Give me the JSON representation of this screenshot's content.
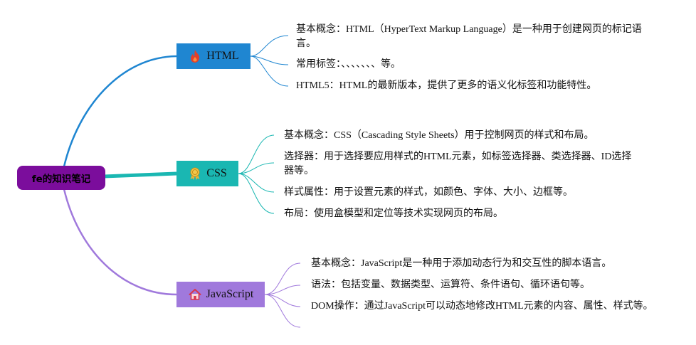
{
  "root": {
    "label": "fe的知识笔记"
  },
  "branches": {
    "html": {
      "label": "HTML",
      "icon": "flame-icon",
      "color": "#1f86d1",
      "leaves": [
        "基本概念：HTML（HyperText Markup Language）是一种用于创建网页的标记语言。",
        "常用标签：、、、、、、、等。",
        "HTML5：HTML的最新版本，提供了更多的语义化标签和功能特性。"
      ]
    },
    "css": {
      "label": "CSS",
      "icon": "award-ribbon-icon",
      "color": "#1ab7b2",
      "leaves": [
        "基本概念：CSS（Cascading Style Sheets）用于控制网页的样式和布局。",
        "选择器：用于选择要应用样式的HTML元素，如标签选择器、类选择器、ID选择器等。",
        "样式属性：用于设置元素的样式，如颜色、字体、大小、边框等。",
        "布局：使用盒模型和定位等技术实现网页的布局。"
      ]
    },
    "javascript": {
      "label": "JavaScript",
      "icon": "home-icon",
      "color": "#a079dc",
      "leaves": [
        "基本概念：JavaScript是一种用于添加动态行为和交互性的脚本语言。",
        "语法：包括变量、数据类型、运算符、条件语句、循环语句等。",
        "DOM操作：通过JavaScript可以动态地修改HTML元素的内容、属性、样式等。"
      ]
    }
  }
}
